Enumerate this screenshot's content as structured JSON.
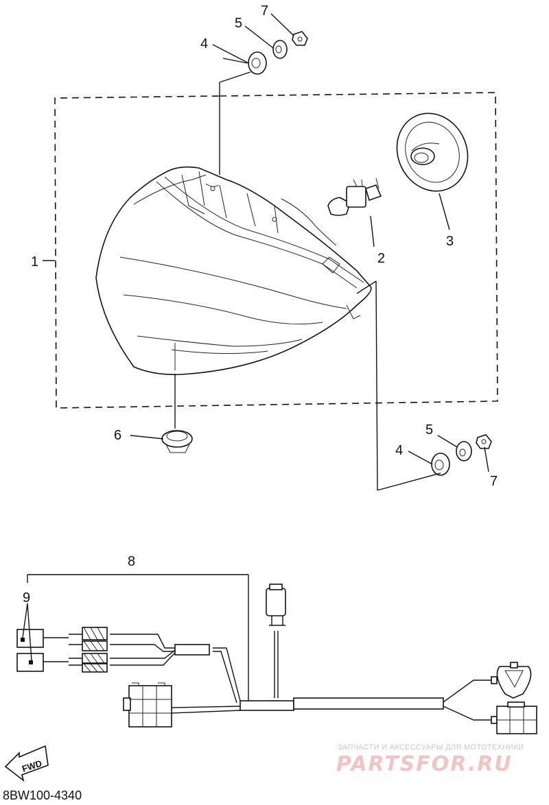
{
  "diagram": {
    "callouts": {
      "assembly": "1",
      "bulb": "2",
      "cover": "3",
      "grommet_top": "4",
      "collar_top": "5",
      "nut_top": "7",
      "damper": "6",
      "grommet_bottom": "4",
      "collar_bottom": "5",
      "nut_bottom": "7",
      "harness": "8",
      "bulb_socket": "9"
    },
    "fwd_label": "FWD",
    "part_code": "8BW100-4340"
  },
  "watermark": {
    "caption": "ЗАПЧАСТИ И АКСЕССУАРЫ ДЛЯ МОТОТЕХНИКИ",
    "brand": "PARTSFOR.RU",
    "colors": {
      "caption": "#c9c9c9",
      "brand": "#f0c4c4"
    }
  }
}
